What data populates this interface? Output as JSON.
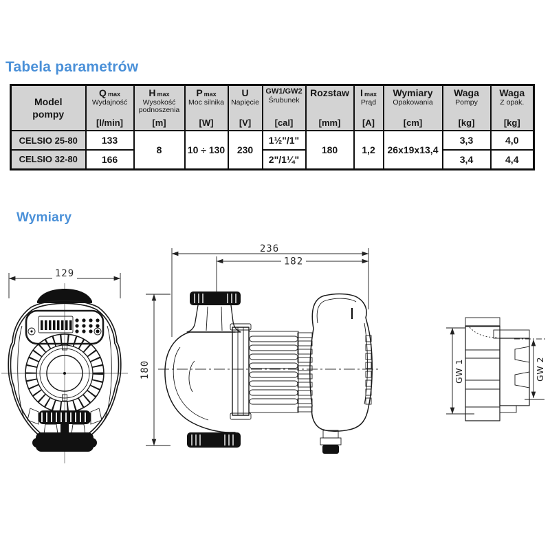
{
  "colors": {
    "accent_blue": "#4a90d8",
    "table_header_gray": "#d3d3d3",
    "line_black": "#1a1a1a"
  },
  "titles": {
    "parameters": "Tabela parametrów",
    "dimensions": "Wymiary"
  },
  "table": {
    "headers": {
      "model": {
        "l1": "Model",
        "l2": "pompy"
      },
      "q": {
        "sym": "Q",
        "sup": "max",
        "name": "Wydajność",
        "unit": "[l/min]"
      },
      "h": {
        "sym": "H",
        "sup": "max",
        "name": "Wysokość podnoszenia",
        "unit": "[m]"
      },
      "p": {
        "sym": "P",
        "sup": "max",
        "name": "Moc silnika",
        "unit": "[W]"
      },
      "u": {
        "sym": "U",
        "sup": "",
        "name": "Napięcie",
        "unit": "[V]"
      },
      "gw": {
        "sym": "GW1/GW2",
        "sup": "",
        "name": "Śrubunek",
        "unit": "[cal]"
      },
      "rozstaw": {
        "sym": "Rozstaw",
        "sup": "",
        "name": "",
        "unit": "[mm]"
      },
      "i": {
        "sym": "I",
        "sup": "max",
        "name": "Prąd",
        "unit": "[A]"
      },
      "wymiary": {
        "sym": "Wymiary",
        "sup": "",
        "name": "Opakowania",
        "unit": "[cm]"
      },
      "waga_pompy": {
        "sym": "Waga",
        "sup": "",
        "name": "Pompy",
        "unit": "[kg]"
      },
      "waga_opak": {
        "sym": "Waga",
        "sup": "",
        "name": "Z opak.",
        "unit": "[kg]"
      }
    },
    "rows": [
      {
        "model": "CELSIO 25-80",
        "q": "133",
        "gw": "1½\"/1\"",
        "waga_pompy": "3,3",
        "waga_opak": "4,0"
      },
      {
        "model": "CELSIO 32-80",
        "q": "166",
        "gw": "2\"/1¼\"",
        "waga_pompy": "3,4",
        "waga_opak": "4,4"
      }
    ],
    "merged": {
      "h": "8",
      "p": "10 ÷ 130",
      "u": "230",
      "rozstaw": "180",
      "i": "1,2",
      "wymiary": "26x19x13,4"
    }
  },
  "drawings": {
    "front_view": {
      "width_mm": "129"
    },
    "side_view": {
      "port_span_mm": "180",
      "length_total_mm": "236",
      "length_mm": "182"
    },
    "union_fitting": {
      "thread_large": "GW 1",
      "thread_small": "GW 2"
    }
  }
}
